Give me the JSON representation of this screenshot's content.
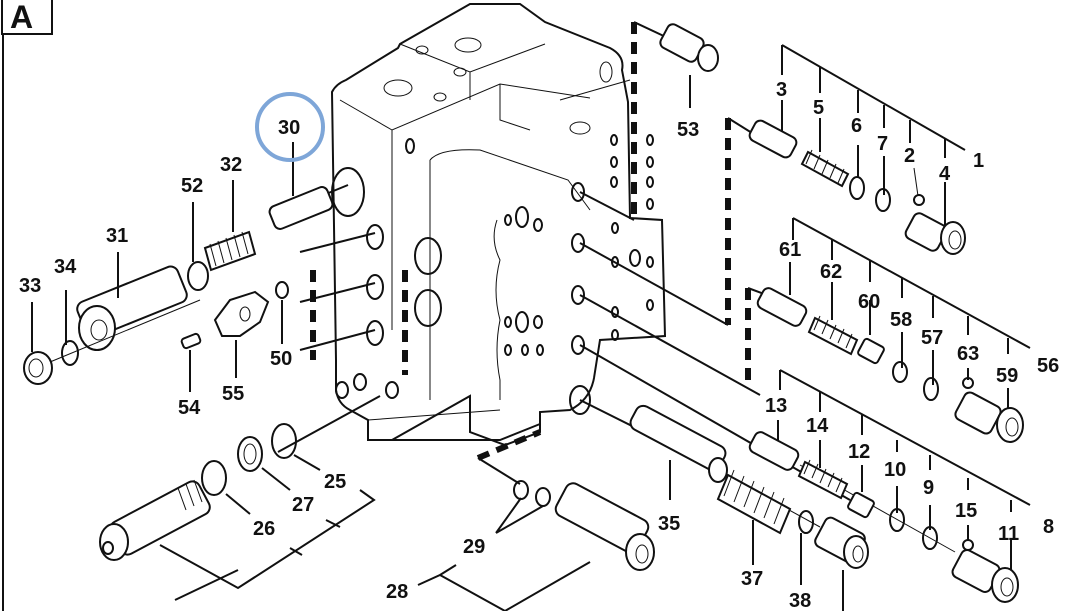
{
  "diagram": {
    "section_label": "A",
    "highlight_color": "#7ea6d8",
    "highlighted_callout": "30",
    "callouts": {
      "c1": "1",
      "c2": "2",
      "c3": "3",
      "c4": "4",
      "c5": "5",
      "c6": "6",
      "c7": "7",
      "c8": "8",
      "c9": "9",
      "c10": "10",
      "c11": "11",
      "c12": "12",
      "c13": "13",
      "c14": "14",
      "c15": "15",
      "c25": "25",
      "c26": "26",
      "c27": "27",
      "c28": "28",
      "c29": "29",
      "c30": "30",
      "c31": "31",
      "c32": "32",
      "c33": "33",
      "c34": "34",
      "c35": "35",
      "c37": "37",
      "c38": "38",
      "c50": "50",
      "c52": "52",
      "c53": "53",
      "c54": "54",
      "c55": "55",
      "c56": "56",
      "c57": "57",
      "c58": "58",
      "c59": "59",
      "c60": "60",
      "c61": "61",
      "c62": "62",
      "c63": "63"
    }
  }
}
